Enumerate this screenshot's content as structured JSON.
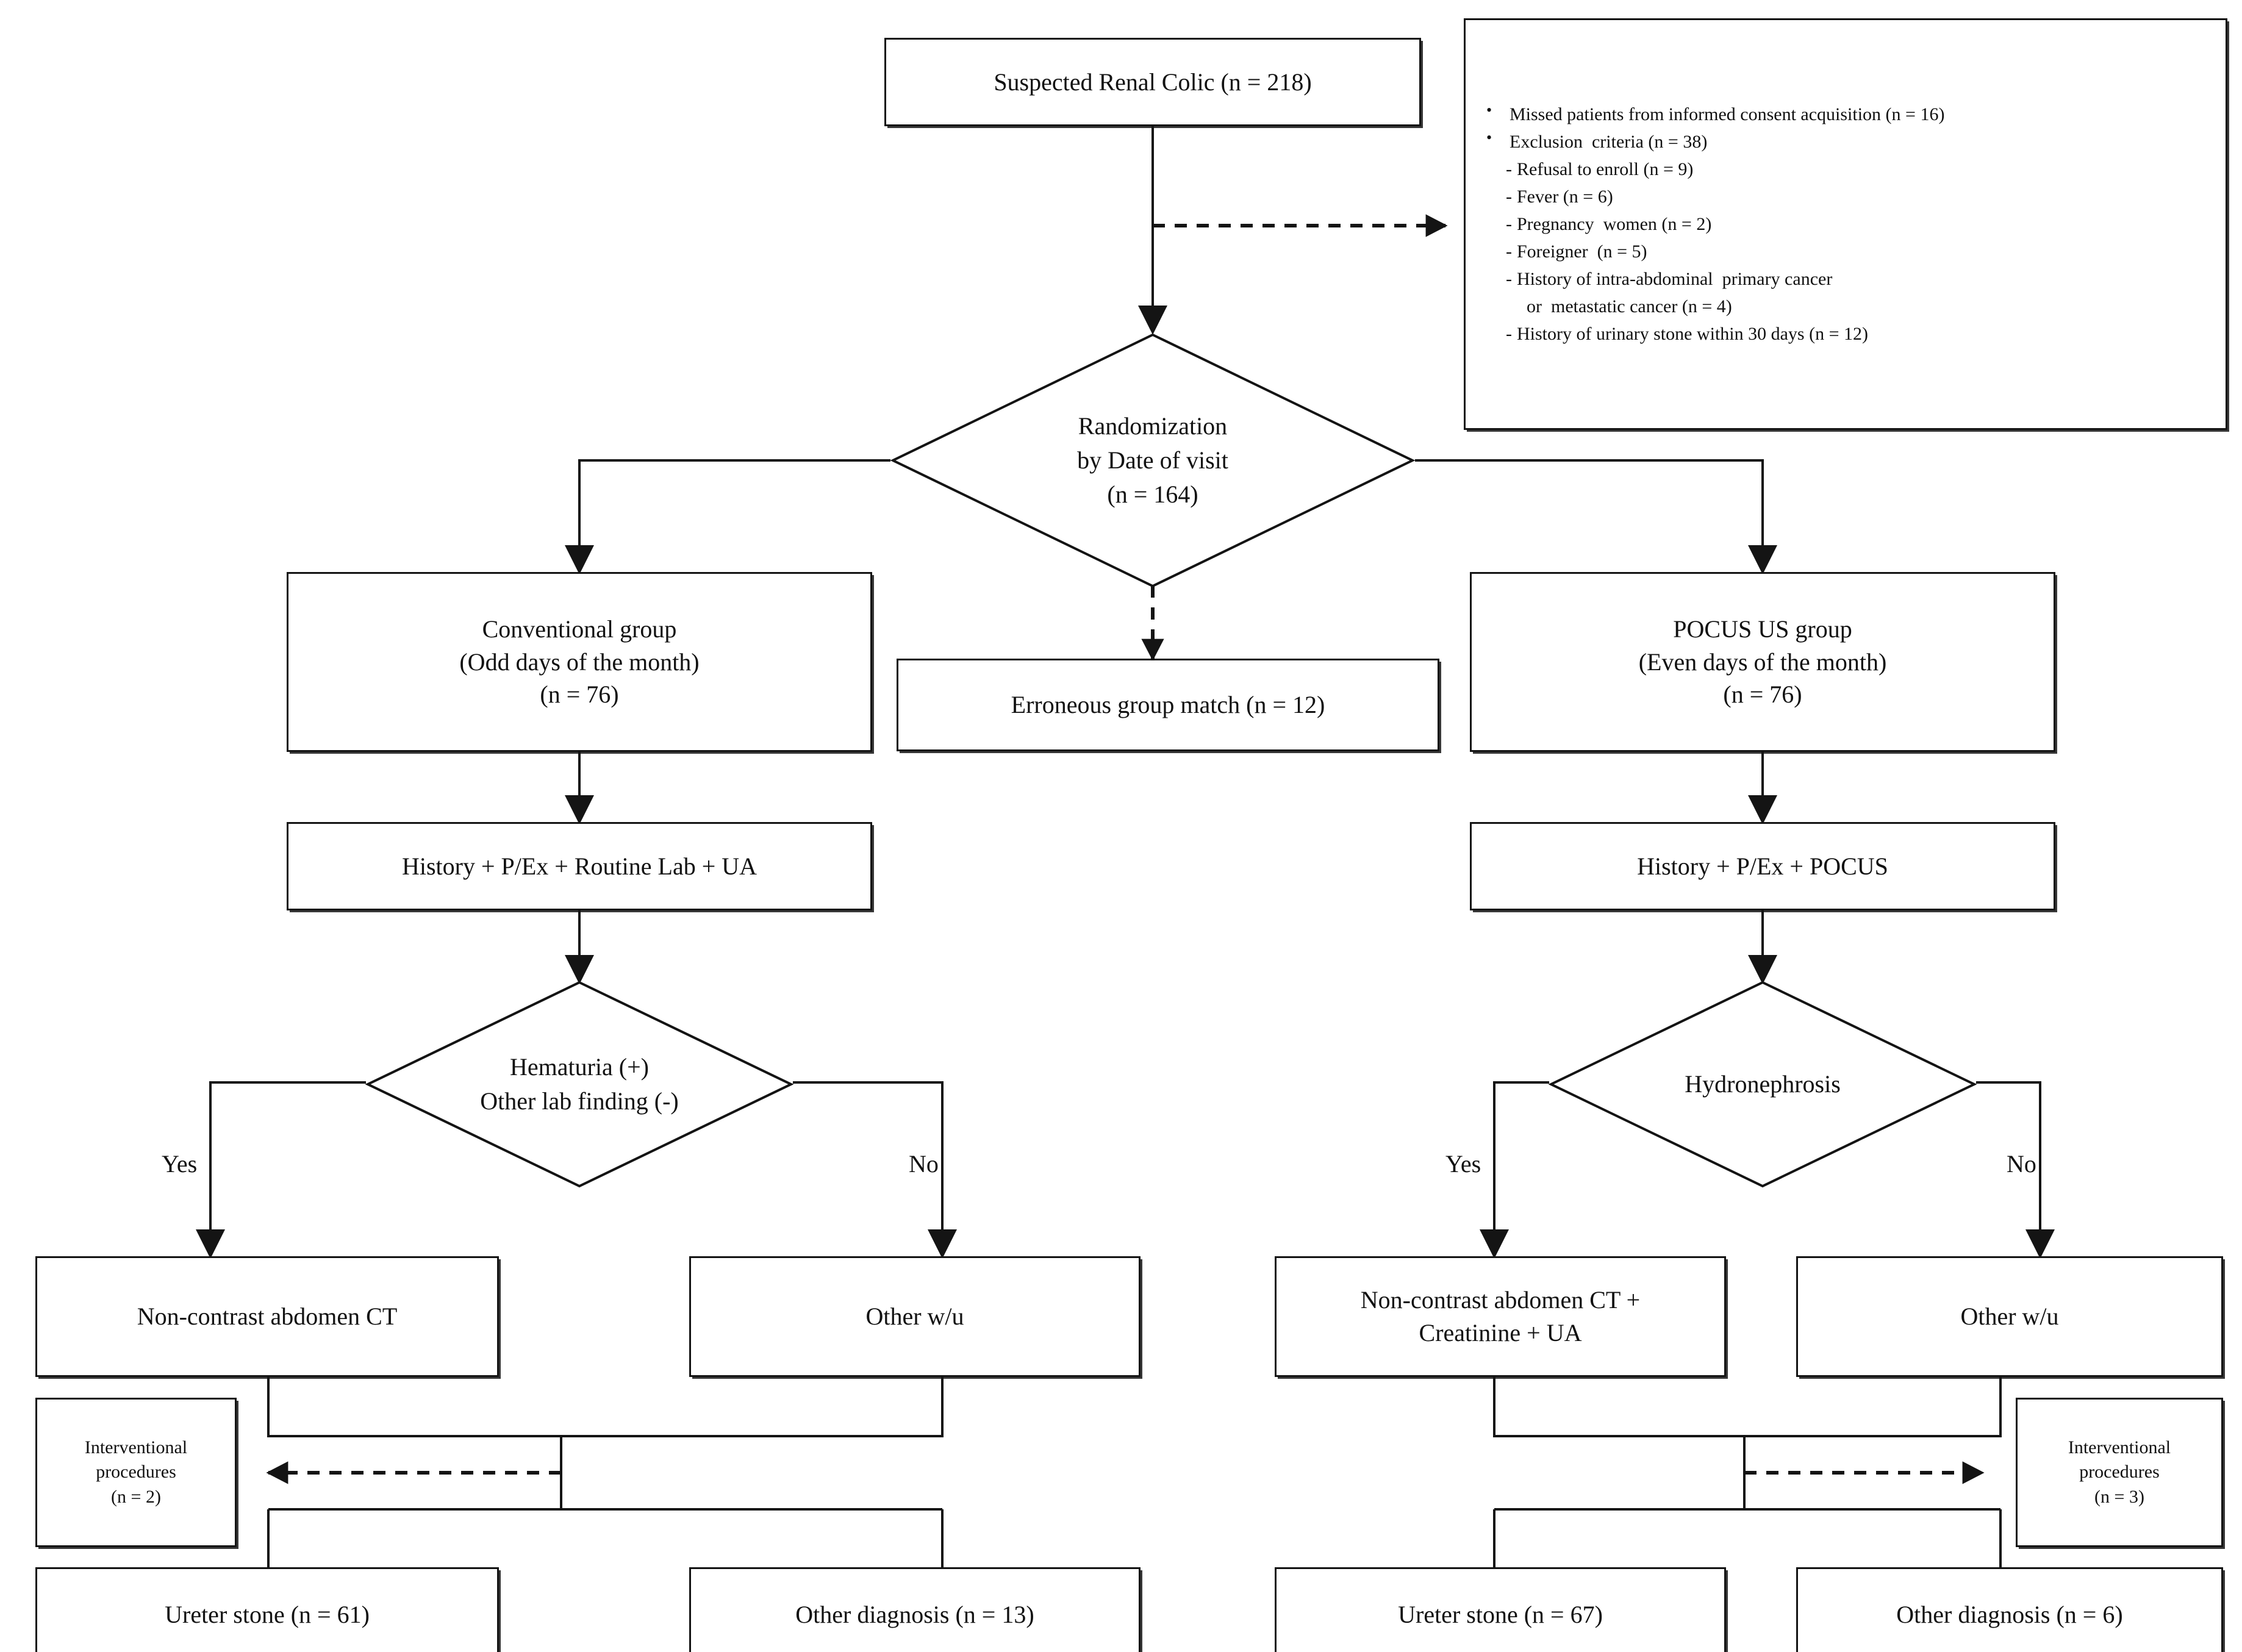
{
  "diagram": {
    "type": "flowchart",
    "title": "Renal colic POCUS randomized trial CONSORT flow",
    "nodes": {
      "suspected": "Suspected Renal Colic (n = 218)",
      "randomization": "Randomization\nby Date of visit\n(n = 164)",
      "erroneous": "Erroneous group match (n = 12)",
      "conventional_group": "Conventional group\n(Odd days of the month)\n(n = 76)",
      "pocus_group": "POCUS US group\n(Even days of the month)\n(n = 76)",
      "left_workup": "History + P/Ex + Routine Lab + UA",
      "right_workup": "History + P/Ex + POCUS",
      "left_decision": "Hematuria (+)\nOther lab finding  (-)",
      "right_decision": "Hydronephrosis",
      "left_yes_label": "Yes",
      "left_no_label": "No",
      "right_yes_label": "Yes",
      "right_no_label": "No",
      "left_ct": "Non-contrast abdomen CT",
      "left_other_wu": "Other w/u",
      "right_ct": "Non-contrast abdomen CT +\nCreatinine + UA",
      "right_other_wu": "Other w/u",
      "left_interventional": "Interventional\nprocedures\n(n = 2)",
      "right_interventional": "Interventional\nprocedures\n(n = 3)",
      "left_ureter_stone": "Ureter stone (n = 61)",
      "left_other_diagnosis": "Other diagnosis  (n = 13)",
      "right_ureter_stone": "Ureter stone (n = 67)",
      "right_other_diagnosis": "Other diagnosis  (n = 6)"
    },
    "exclusion_box": {
      "items": [
        {
          "level": 1,
          "text": "Missed patients from informed consent acquisition (n = 16)"
        },
        {
          "level": 1,
          "text": "Exclusion  criteria (n = 38)"
        },
        {
          "level": 2,
          "text": "Refusal to enroll (n = 9)"
        },
        {
          "level": 2,
          "text": "Fever (n = 6)"
        },
        {
          "level": 2,
          "text": "Pregnancy  women (n = 2)"
        },
        {
          "level": 2,
          "text": "Foreigner  (n = 5)"
        },
        {
          "level": 2,
          "text": "History of intra-abdominal  primary cancer"
        },
        {
          "level": 3,
          "text": "or  metastatic cancer (n = 4)"
        },
        {
          "level": 2,
          "text": "History of urinary stone within 30 days (n = 12)"
        }
      ]
    },
    "colors": {
      "stroke": "#141414",
      "background": "#ffffff",
      "text": "#111111"
    }
  }
}
